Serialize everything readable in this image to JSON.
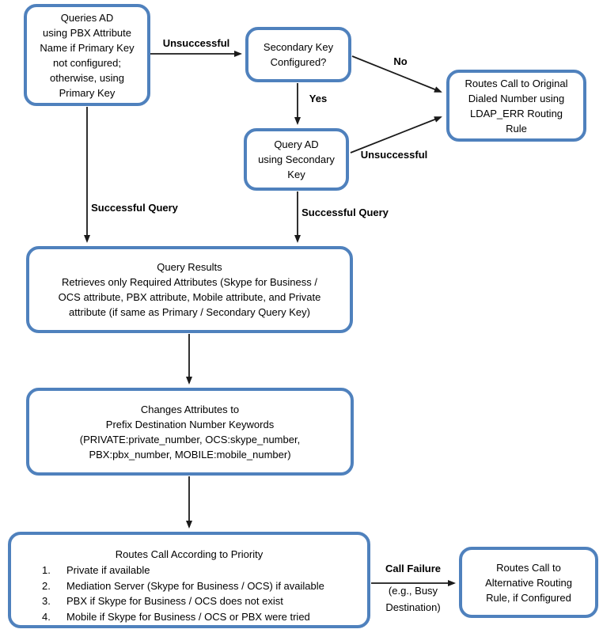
{
  "diagram": {
    "type": "flowchart",
    "colors": {
      "node_border": "#4F81BD",
      "node_fill": "#FFFFFF",
      "arrow": "#1A1A1A",
      "text": "#000000"
    },
    "nodes": {
      "queries_ad": "Queries AD\nusing PBX Attribute\nName if Primary Key\nnot configured;\notherwise, using\nPrimary Key",
      "secondary_key": "Secondary Key\nConfigured?",
      "routes_original": "Routes Call to Original\nDialed Number using\nLDAP_ERR Routing\nRule",
      "query_ad_secondary": "Query AD\nusing Secondary\nKey",
      "query_results": "Query Results\nRetrieves only Required Attributes (Skype for Business /\nOCS attribute, PBX attribute, Mobile attribute, and Private\nattribute (if same as Primary / Secondary Query Key)",
      "changes_attributes": "Changes Attributes to\nPrefix Destination Number Keywords\n(PRIVATE:private_number, OCS:skype_number,\nPBX:pbx_number, MOBILE:mobile_number)",
      "routes_priority": {
        "title": "Routes Call According to Priority",
        "items": [
          {
            "num": "1.",
            "text": "Private if available"
          },
          {
            "num": "2.",
            "text": "Mediation Server (Skype for Business / OCS) if available"
          },
          {
            "num": "3.",
            "text": "PBX if Skype for Business / OCS does not exist"
          },
          {
            "num": "4.",
            "text": "Mobile if Skype for Business / OCS or PBX were tried"
          }
        ]
      },
      "routes_alternative": "Routes Call to\nAlternative Routing\nRule, if Configured"
    },
    "labels": {
      "unsuccessful_primary": "Unsuccessful",
      "no": "No",
      "yes": "Yes",
      "unsuccessful_secondary": "Unsuccessful",
      "successful_query_left": "Successful Query",
      "successful_query_mid": "Successful Query",
      "call_failure": "Call Failure",
      "call_failure_detail": "(e.g., Busy\nDestination)"
    }
  }
}
